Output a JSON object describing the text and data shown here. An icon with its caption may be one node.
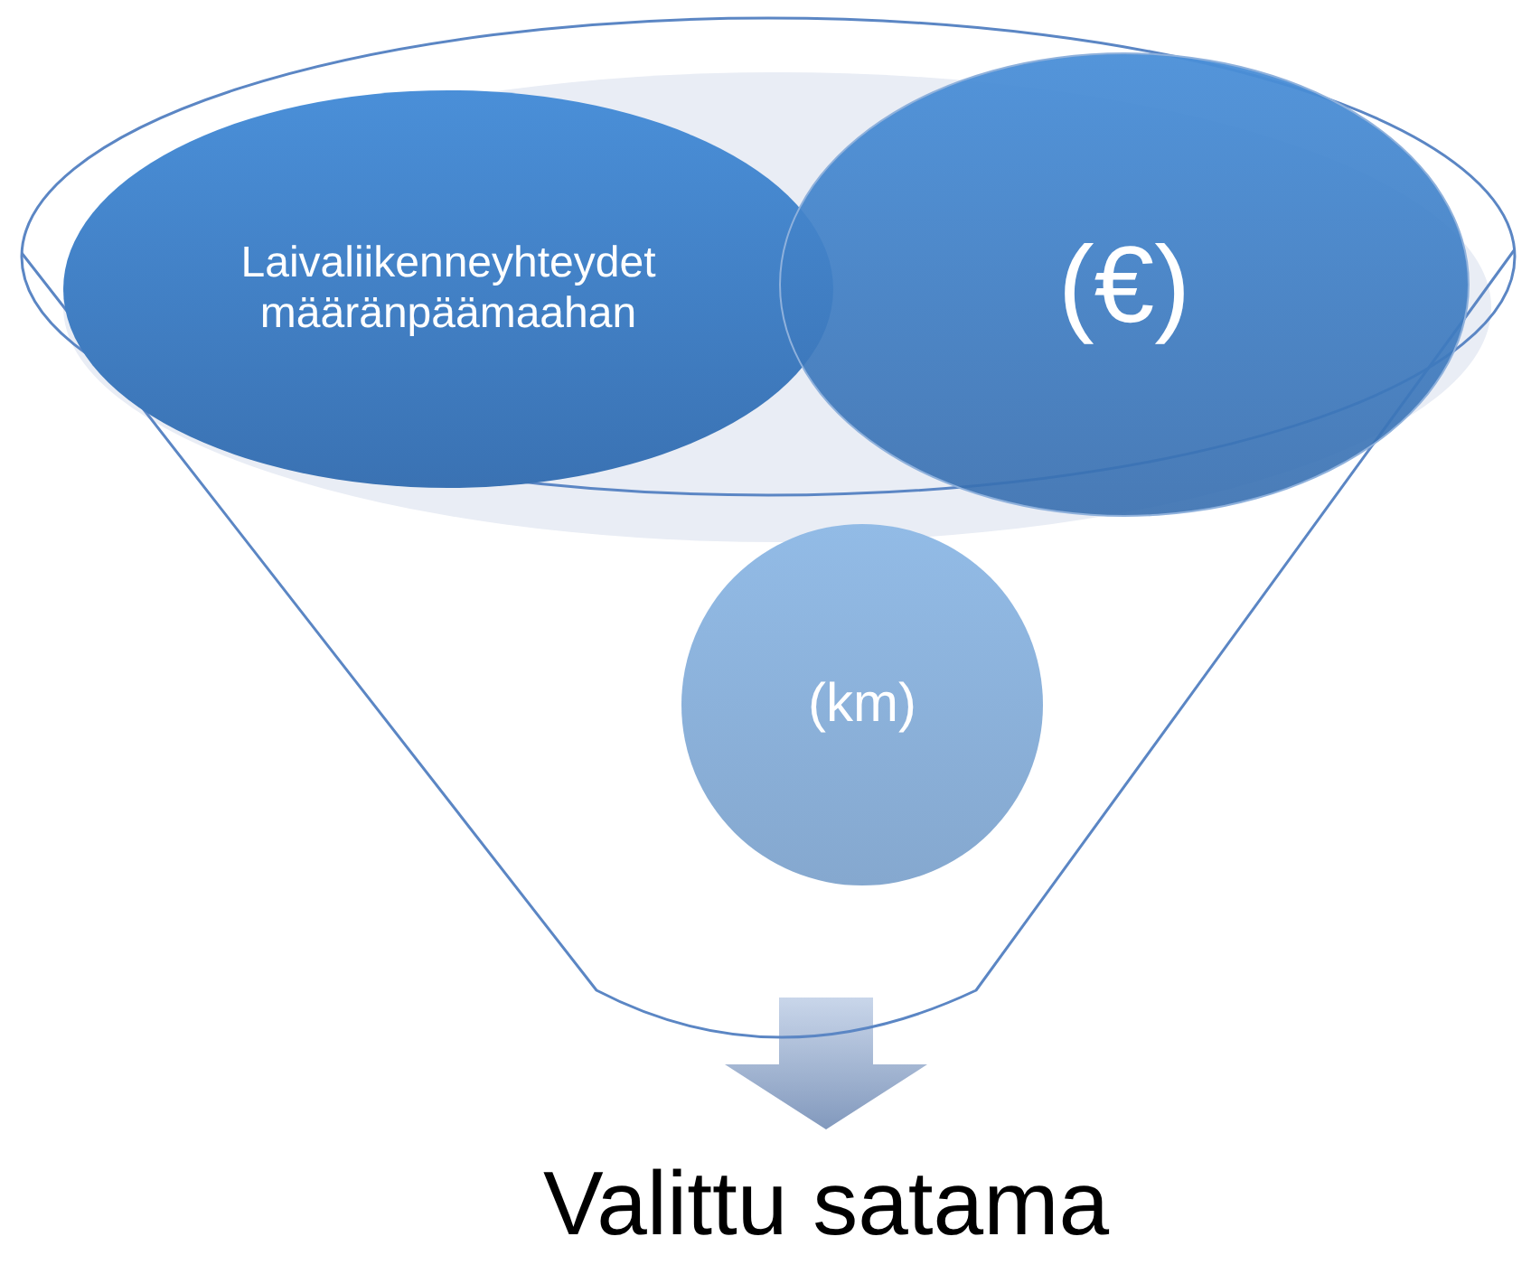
{
  "diagram": {
    "nodes": [
      {
        "text": [],
        "shape": "funnel"
      },
      {
        "text": [
          "Laivaliikenneyhteydet määränpäämaahan"
        ],
        "in": 0
      },
      {
        "text": [
          "(€)"
        ],
        "in": 0
      },
      {
        "text": [
          "(km)"
        ],
        "in": 0
      },
      {
        "text": [
          "Valittu satama"
        ]
      }
    ],
    "edges": [
      {
        "from": 0,
        "to": 4,
        "arrow": "to",
        "style": "thick"
      }
    ]
  }
}
